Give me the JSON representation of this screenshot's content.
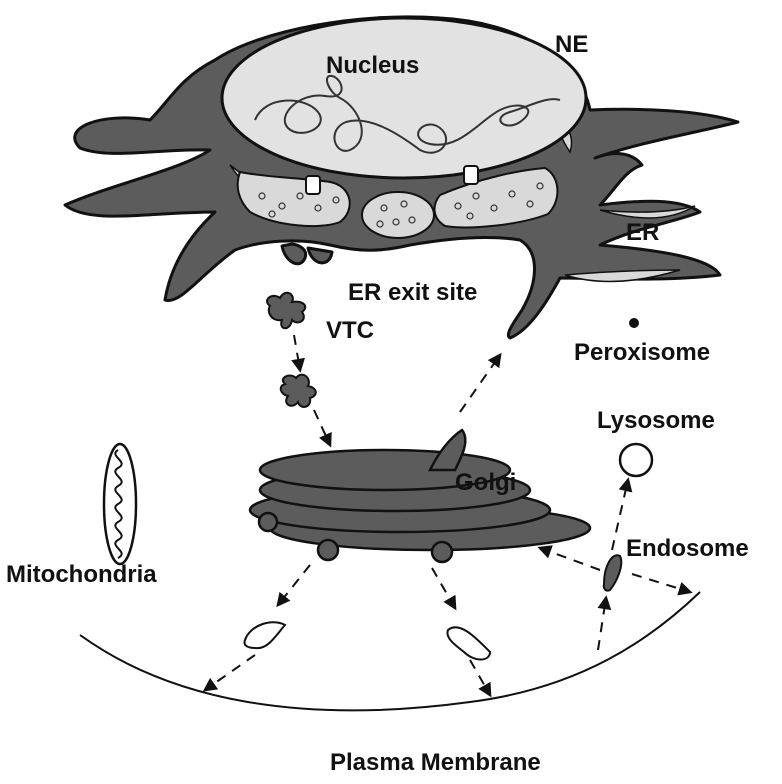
{
  "labels": {
    "nucleus": "Nucleus",
    "ne": "NE",
    "er": "ER",
    "er_exit_site": "ER exit site",
    "vtc": "VTC",
    "peroxisome": "Peroxisome",
    "lysosome": "Lysosome",
    "golgi": "Golgi",
    "endosome": "Endosome",
    "mitochondria": "Mitochondria",
    "plasma_membrane": "Plasma Membrane"
  },
  "colors": {
    "membrane_fill": "#5c5c5c",
    "stroke": "#111111",
    "nucleoplasm": "#e2e2e2",
    "lumen_light": "#d9d9d9",
    "background": "#ffffff"
  }
}
